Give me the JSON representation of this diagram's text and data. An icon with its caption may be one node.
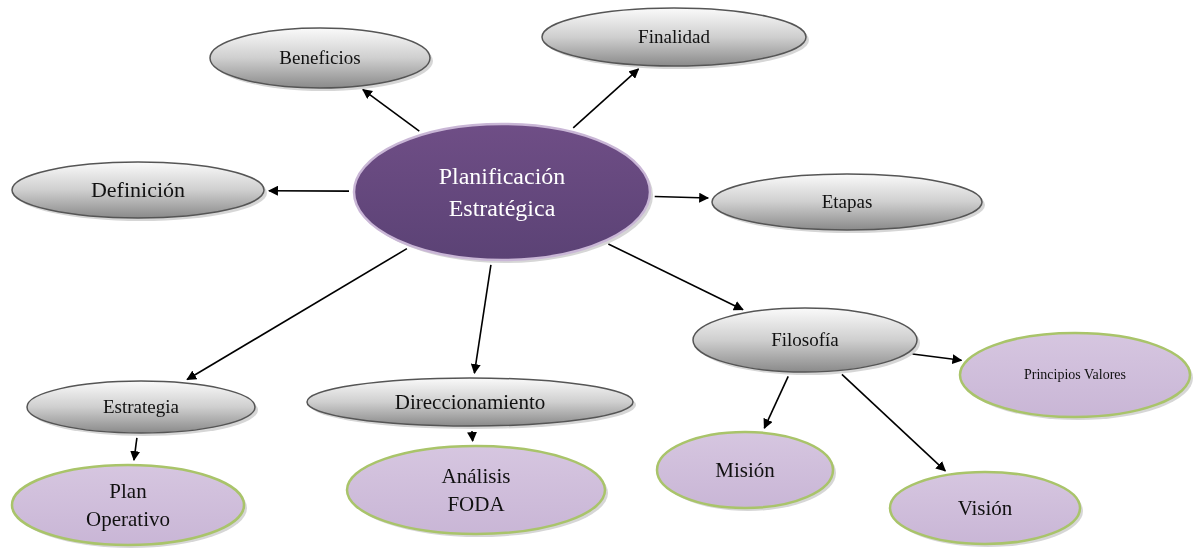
{
  "diagram": {
    "nodes": [
      {
        "text": [
          "Planificación Estratégica"
        ]
      },
      {
        "text": [
          "Beneficios"
        ]
      },
      {
        "text": [
          "Finalidad"
        ]
      },
      {
        "text": [
          "Definición"
        ]
      },
      {
        "text": [
          "Etapas"
        ]
      },
      {
        "text": [
          "Estrategia"
        ]
      },
      {
        "text": [
          "Direccionamiento"
        ]
      },
      {
        "text": [
          "Filosofía"
        ]
      },
      {
        "text": [
          "Principios Valores"
        ]
      },
      {
        "text": [
          "Plan Operativo"
        ]
      },
      {
        "text": [
          "Análisis FODA"
        ]
      },
      {
        "text": [
          "Misión"
        ]
      },
      {
        "text": [
          "Visión"
        ]
      }
    ],
    "edges": [
      {
        "from": 0,
        "to": 1,
        "arrow": "to"
      },
      {
        "from": 0,
        "to": 2,
        "arrow": "to"
      },
      {
        "from": 0,
        "to": 3,
        "arrow": "to"
      },
      {
        "from": 0,
        "to": 4,
        "arrow": "to"
      },
      {
        "from": 0,
        "to": 5,
        "arrow": "to"
      },
      {
        "from": 0,
        "to": 6,
        "arrow": "to"
      },
      {
        "from": 0,
        "to": 7,
        "arrow": "to"
      },
      {
        "from": 5,
        "to": 9,
        "arrow": "to"
      },
      {
        "from": 6,
        "to": 10,
        "arrow": "to"
      },
      {
        "from": 7,
        "to": 8,
        "arrow": "to"
      },
      {
        "from": 7,
        "to": 11,
        "arrow": "to"
      },
      {
        "from": 7,
        "to": 12,
        "arrow": "to"
      }
    ]
  }
}
